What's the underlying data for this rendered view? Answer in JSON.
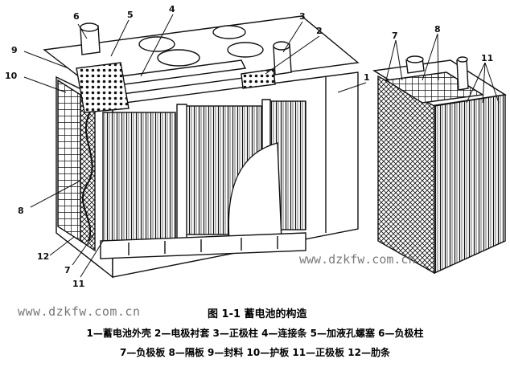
{
  "figure": {
    "title": "图 1-1   蓄电池的构造",
    "watermark_top": "www.dzkfw.com.cn",
    "watermark_bottom": "www.dzkfw.com.cn",
    "legend_line1": "1—蓄电池外壳  2—电极衬套  3—正极柱  4—连接条  5—加液孔螺塞  6—负极柱",
    "legend_line2": "7—负极板  8—隔板  9—封料  10—护板  11—正极板  12—肋条"
  },
  "callouts": {
    "n1": "1",
    "n2": "2",
    "n3": "3",
    "n4": "4",
    "n5": "5",
    "n6": "6",
    "n7": "7",
    "n8": "8",
    "n9": "9",
    "n10": "10",
    "n11": "11",
    "n12": "12",
    "r7": "7",
    "r8": "8",
    "r11": "11"
  },
  "colors": {
    "line": "#111111",
    "fill": "#ffffff",
    "watermark": "#777777"
  }
}
